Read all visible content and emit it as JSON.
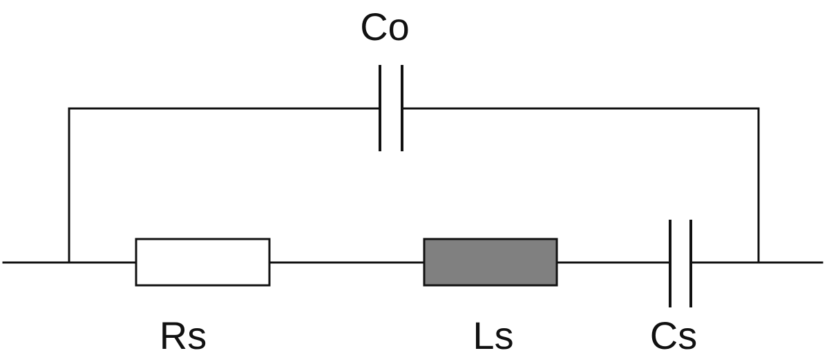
{
  "components": {
    "co": {
      "label": "Co"
    },
    "rs": {
      "label": "Rs"
    },
    "ls": {
      "label": "Ls"
    },
    "cs": {
      "label": "Cs"
    }
  },
  "colors": {
    "wire": "#111111",
    "resistor_fill": "#ffffff",
    "inductor_fill": "#808080",
    "background": "#ffffff"
  }
}
